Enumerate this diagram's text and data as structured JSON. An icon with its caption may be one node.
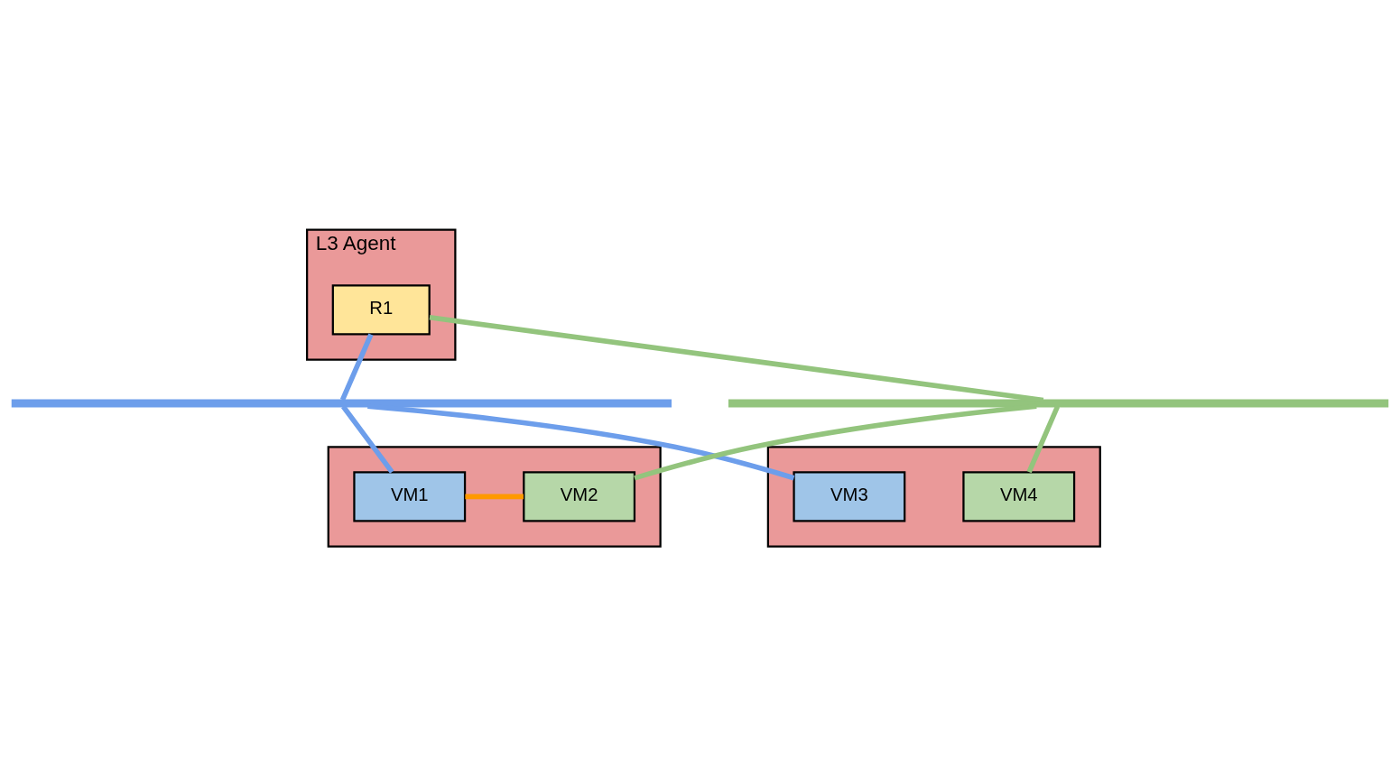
{
  "diagram": {
    "nodes": [
      {
        "text": [
          "L3 Agent"
        ]
      },
      {
        "text": [
          "R1"
        ],
        "in": 0
      },
      {
        "text": [],
        "shape": "box"
      },
      {
        "text": [
          "VM1"
        ],
        "in": 2
      },
      {
        "text": [
          "VM2"
        ],
        "in": 2
      },
      {
        "text": [],
        "shape": "box"
      },
      {
        "text": [
          "VM3"
        ],
        "in": 5
      },
      {
        "text": [
          "VM4"
        ],
        "in": 5
      },
      {
        "text": [],
        "shape": "bar"
      },
      {
        "text": [],
        "shape": "bar"
      }
    ],
    "edges": [
      {
        "from": 1,
        "to": 8,
        "arrow": "none",
        "color": "#6d9eeb"
      },
      {
        "from": 8,
        "to": 3,
        "arrow": "none",
        "color": "#6d9eeb"
      },
      {
        "from": 8,
        "to": 6,
        "arrow": "none",
        "color": "#6d9eeb"
      },
      {
        "from": 1,
        "to": 9,
        "arrow": "none",
        "color": "#93c47d"
      },
      {
        "from": 9,
        "to": 4,
        "arrow": "none",
        "color": "#93c47d"
      },
      {
        "from": 9,
        "to": 7,
        "arrow": "none",
        "color": "#93c47d"
      },
      {
        "from": 3,
        "to": 4,
        "arrow": "none",
        "color": "#ff9900"
      }
    ]
  }
}
